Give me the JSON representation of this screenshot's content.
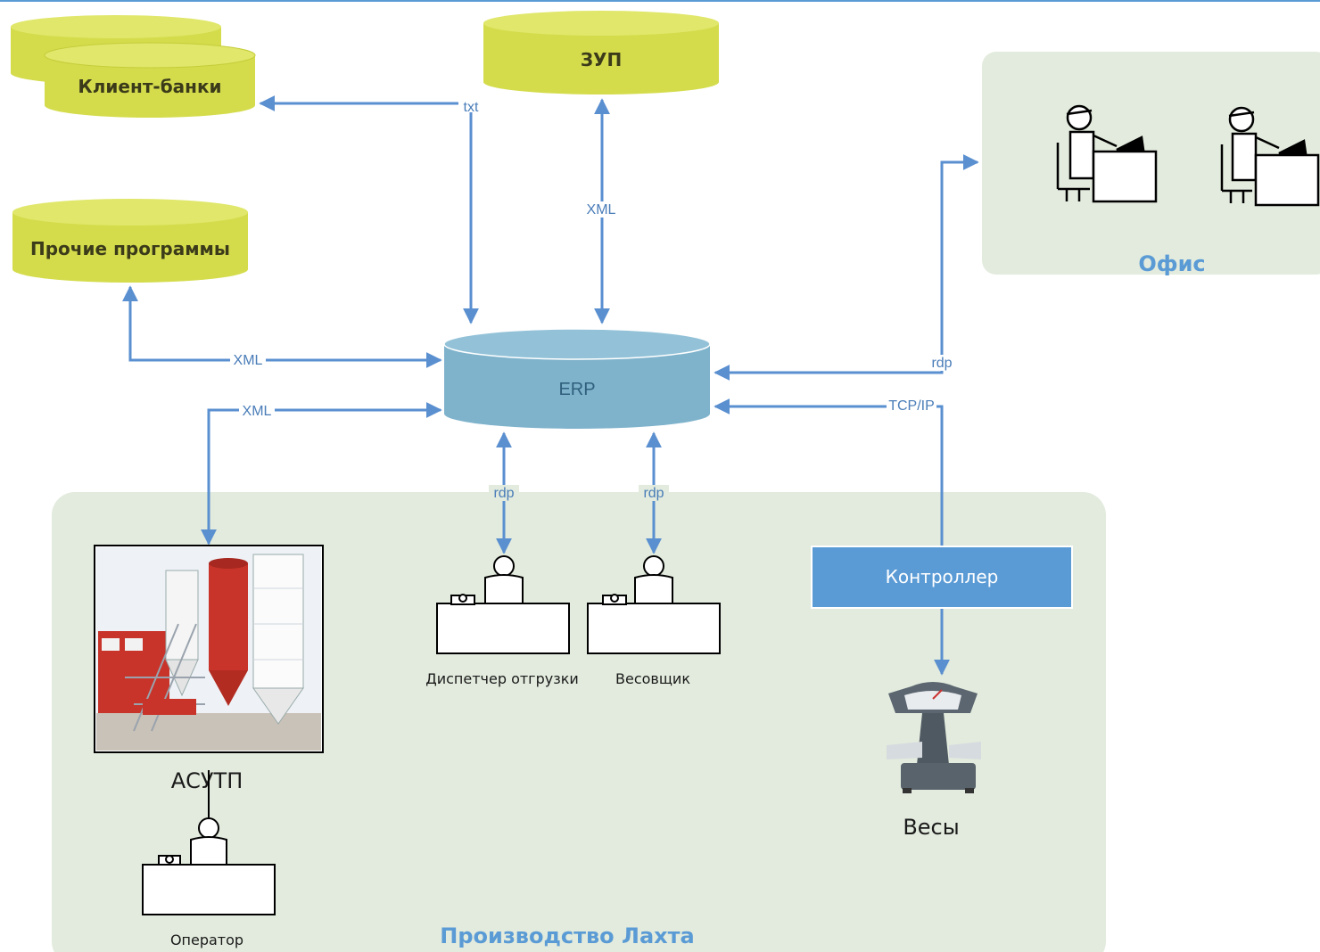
{
  "systems": {
    "client_banks": "Клиент-банки",
    "zup": "ЗУП",
    "other_programs": "Прочие программы",
    "erp": "ERP"
  },
  "zones": {
    "office": "Офис",
    "production": "Производство Лахта"
  },
  "edges": {
    "txt": "txt",
    "xml_zup": "XML",
    "xml_other": "XML",
    "xml_asutp": "XML",
    "rdp_office": "rdp",
    "tcpip": "TCP/IP",
    "rdp_dispatcher": "rdp",
    "rdp_weigher": "rdp"
  },
  "nodes": {
    "asutp": "АСУТП",
    "operator": "Оператор",
    "dispatcher": "Диспетчер отгрузки",
    "weigher": "Весовщик",
    "controller": "Контроллер",
    "scales": "Весы"
  },
  "colors": {
    "database": "#d4dc4c",
    "erp": "#7fb3cc",
    "zone_bg": "#e2ebdd",
    "arrow": "#5a8fd0",
    "controller": "#5b9bd5",
    "zone_label": "#5b9bd5"
  }
}
